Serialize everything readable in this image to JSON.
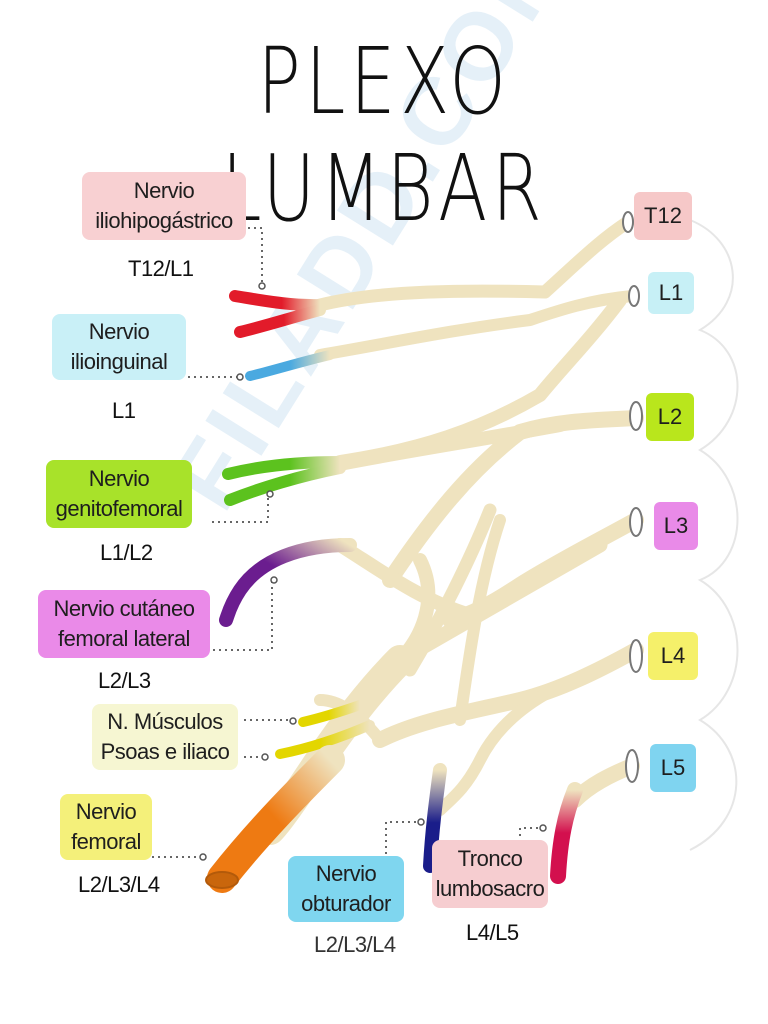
{
  "title": "PLEXO LUMBAR",
  "watermark": "FILADD.COM",
  "colors": {
    "nerve": "#efe3bf",
    "nerve_outline": "#d8c99a",
    "iliohipogastrico": "#e21b2a",
    "ilioinguinal": "#4aa9e0",
    "genitofemoral": "#5cc21e",
    "cutaneo": "#6b1d8f",
    "psoas": "#e3d600",
    "femoral": "#ee7a12",
    "obturador": "#1a1d8a",
    "lumbosacro": "#d3104e"
  },
  "vertebrae": [
    {
      "label": "T12",
      "color": "#f6c8c8"
    },
    {
      "label": "L1",
      "color": "#c7f0f6"
    },
    {
      "label": "L2",
      "color": "#b9e61c"
    },
    {
      "label": "L3",
      "color": "#e98ae8"
    },
    {
      "label": "L4",
      "color": "#f5f06a"
    },
    {
      "label": "L5",
      "color": "#7fd4f0"
    }
  ],
  "nerves": [
    {
      "line1": "Nervio",
      "line2": "iliohipogástrico",
      "level": "T12/L1",
      "color": "#f8d0d2"
    },
    {
      "line1": "Nervio",
      "line2": "ilioinguinal",
      "level": "L1",
      "color": "#c9f0f7"
    },
    {
      "line1": "Nervio",
      "line2": "genitofemoral",
      "level": "L1/L2",
      "color": "#a8e22a"
    },
    {
      "line1": "Nervio cutáneo",
      "line2": "femoral lateral",
      "level": "L2/L3",
      "color": "#ea8ae8"
    },
    {
      "line1": "N. Músculos",
      "line2": "Psoas e iliaco",
      "level": "",
      "color": "#f6f6d2"
    },
    {
      "line1": "Nervio",
      "line2": "femoral",
      "level": "L2/L3/L4",
      "color": "#f4f07a"
    },
    {
      "line1": "Nervio",
      "line2": "obturador",
      "level": "L2/L3/L4",
      "color": "#7fd6ef"
    },
    {
      "line1": "Tronco",
      "line2": "lumbosacro",
      "level": "L4/L5",
      "color": "#f6cdd0"
    }
  ]
}
